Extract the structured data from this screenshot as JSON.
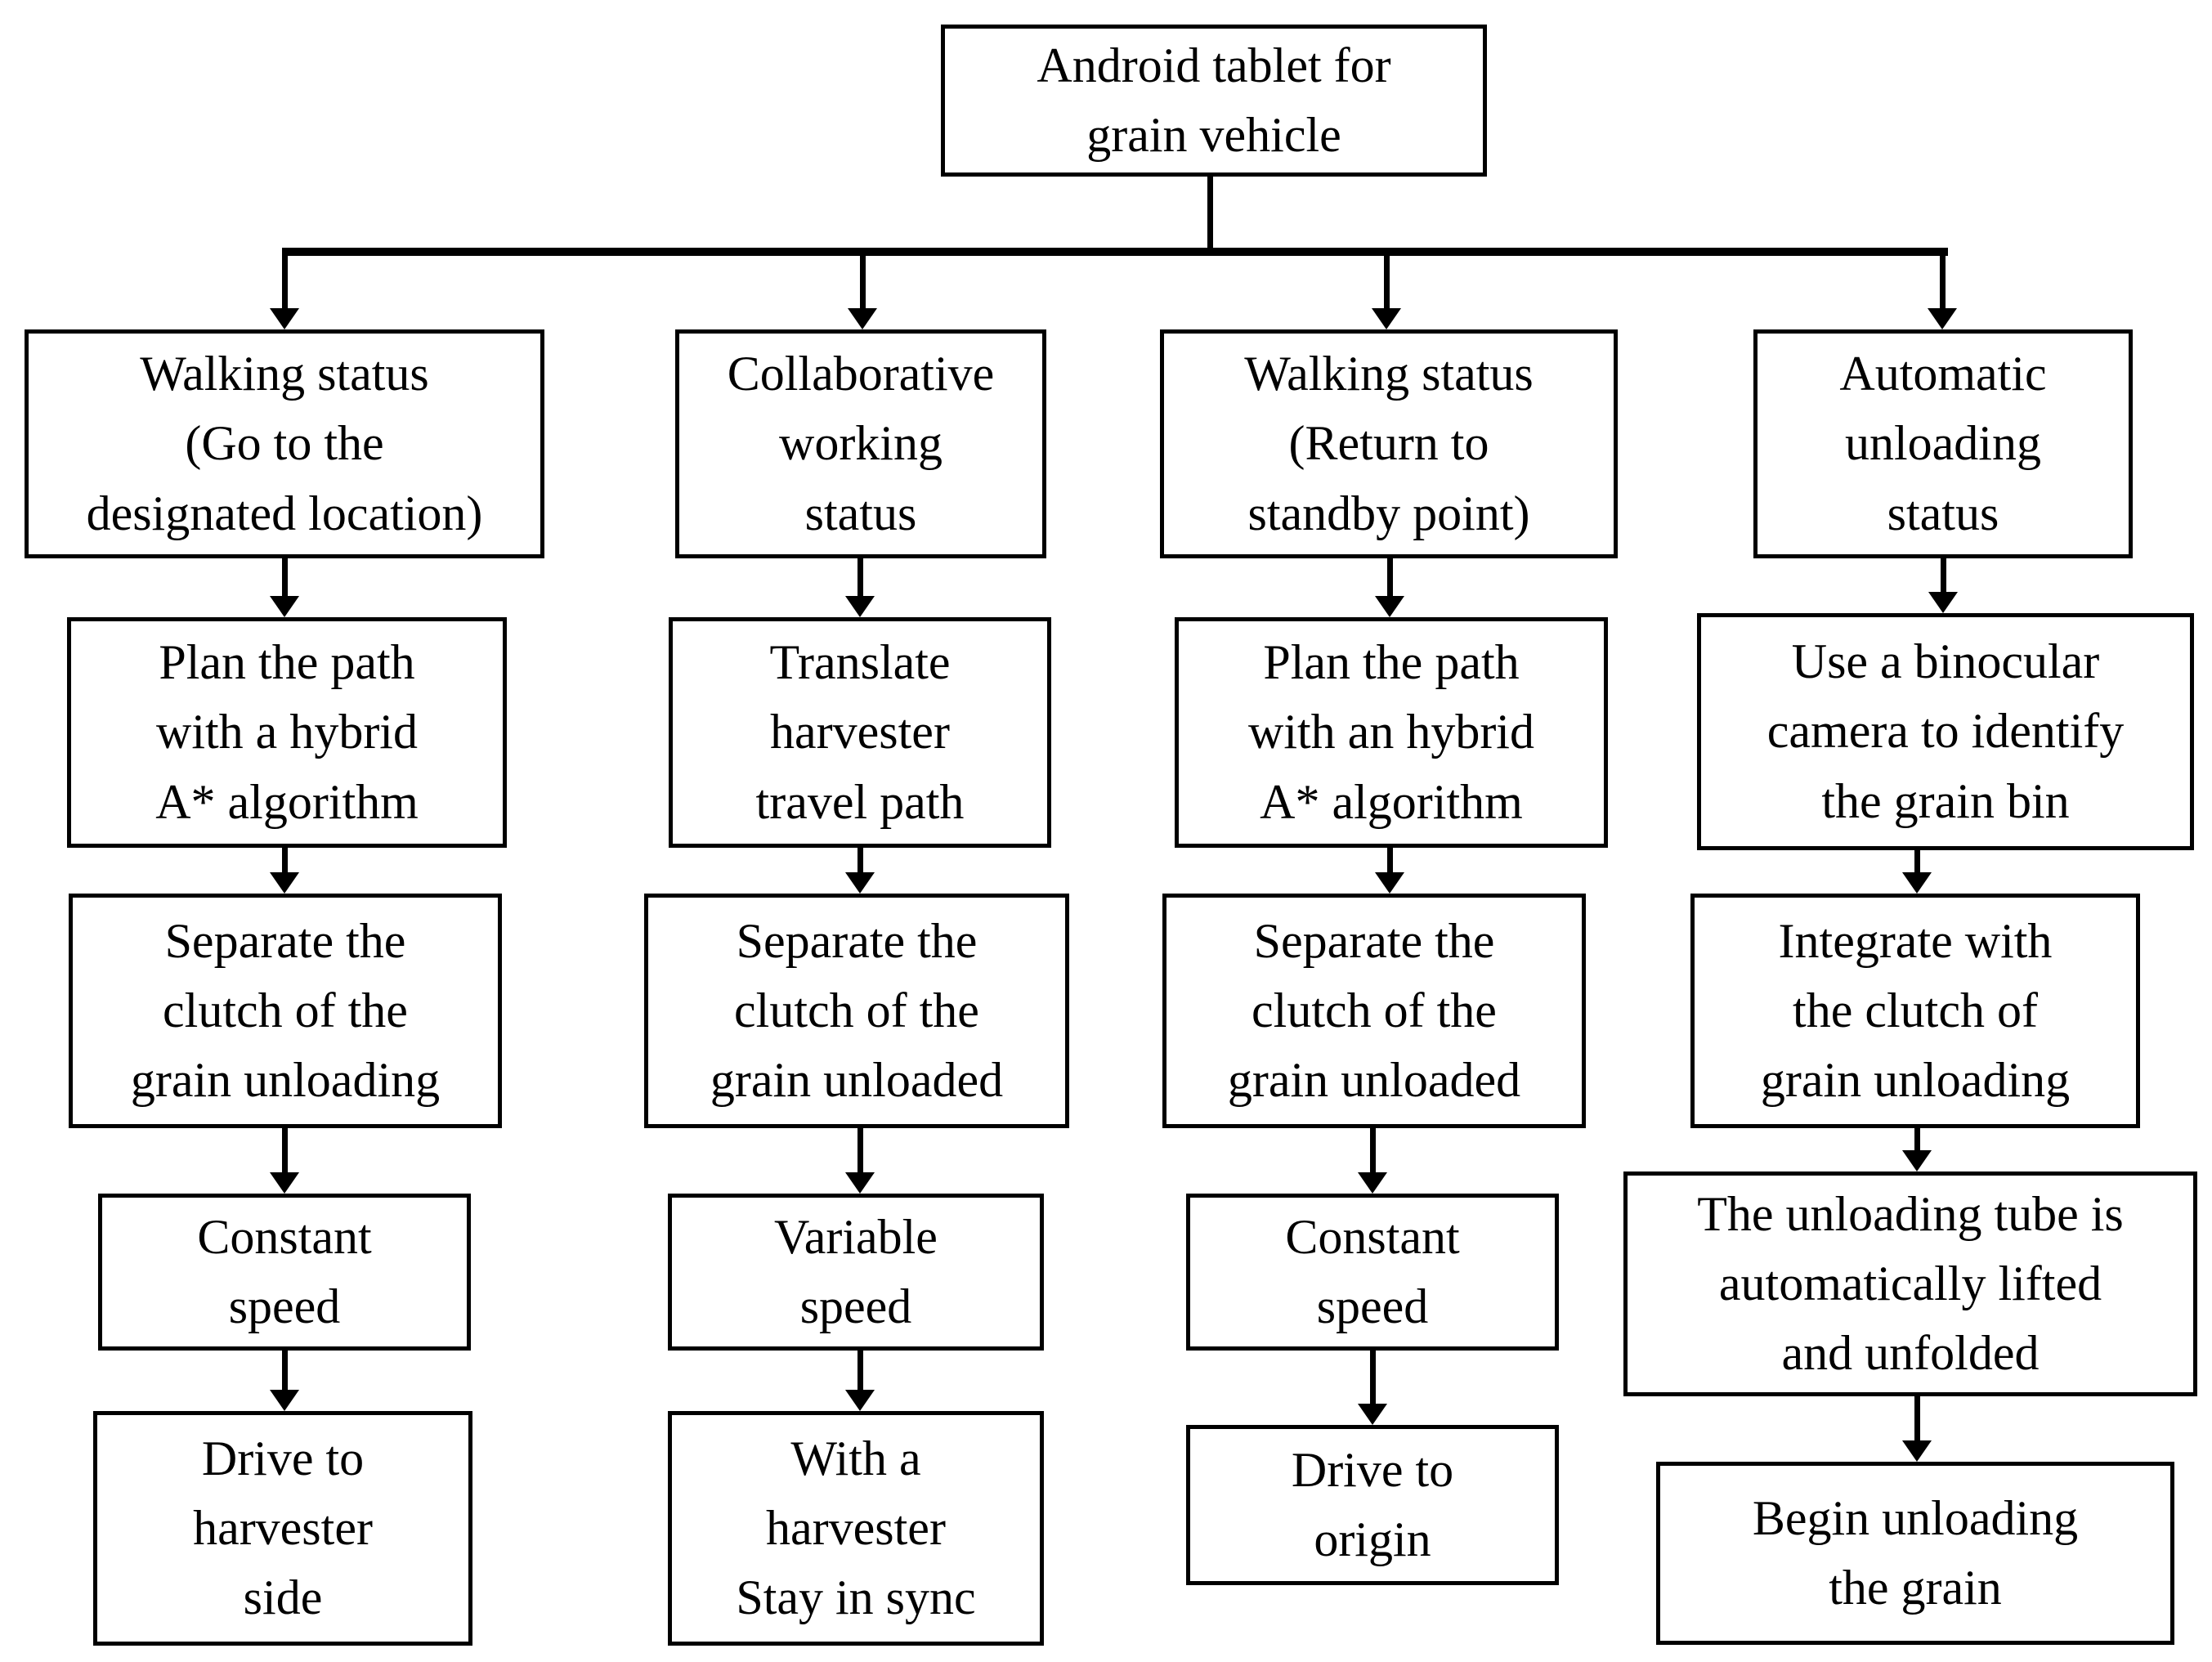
{
  "diagram": {
    "title": "Grain vehicle Android tablet state flowchart",
    "root": {
      "label": "Android tablet for\ngrain vehicle"
    },
    "columns": [
      {
        "name": "walking-status-go",
        "steps": [
          {
            "label": "Walking status\n(Go to the\ndesignated location)"
          },
          {
            "label": "Plan the path\nwith a hybrid\nA* algorithm"
          },
          {
            "label": "Separate the\nclutch of the\ngrain unloading"
          },
          {
            "label": "Constant\nspeed"
          },
          {
            "label": "Drive to\nharvester\nside"
          }
        ]
      },
      {
        "name": "collaborative-working",
        "steps": [
          {
            "label": "Collaborative\nworking\nstatus"
          },
          {
            "label": "Translate\nharvester\ntravel path"
          },
          {
            "label": "Separate the\nclutch of the\ngrain unloaded"
          },
          {
            "label": "Variable\nspeed"
          },
          {
            "label": "With a\nharvester\nStay in sync"
          }
        ]
      },
      {
        "name": "walking-status-return",
        "steps": [
          {
            "label": "Walking status\n(Return to\nstandby point)"
          },
          {
            "label": "Plan the path\nwith an hybrid\nA* algorithm"
          },
          {
            "label": "Separate the\nclutch of the\ngrain unloaded"
          },
          {
            "label": "Constant\nspeed"
          },
          {
            "label": "Drive to\norigin"
          }
        ]
      },
      {
        "name": "automatic-unloading",
        "steps": [
          {
            "label": "Automatic\nunloading\nstatus"
          },
          {
            "label": "Use a binocular\ncamera to identify\nthe grain bin"
          },
          {
            "label": "Integrate with\nthe clutch of\ngrain unloading"
          },
          {
            "label": "The unloading tube is\nautomatically lifted\nand unfolded"
          },
          {
            "label": "Begin unloading\nthe grain"
          }
        ]
      }
    ],
    "colors": {
      "line": "#000000",
      "box_background": "#ffffff",
      "text": "#000000"
    }
  }
}
